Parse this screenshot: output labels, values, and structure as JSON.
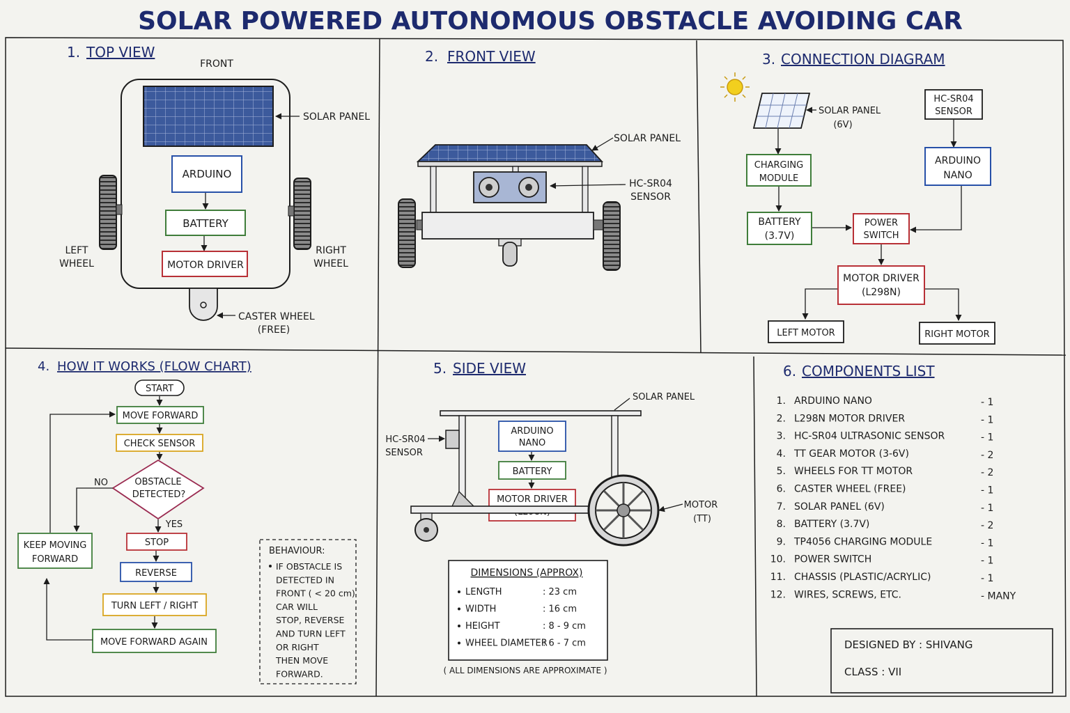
{
  "title": "SOLAR POWERED AUTONOMOUS OBSTACLE AVOIDING CAR",
  "colors": {
    "ink": "#1c1c1c",
    "navy": "#1d2a6e",
    "blue": "#2750a8",
    "green": "#3f7d3a",
    "red": "#b83036",
    "yellow": "#d9a520",
    "maroon": "#9a2a50",
    "panel": "#3c5a9c",
    "paper": "#f3f3ef"
  },
  "top_view": {
    "num": "1.",
    "title": "TOP VIEW",
    "front": "FRONT",
    "solar_panel": "SOLAR PANEL",
    "arduino": "ARDUINO",
    "battery": "BATTERY",
    "motor_driver": "MOTOR DRIVER",
    "left_wheel": [
      "LEFT",
      "WHEEL"
    ],
    "right_wheel": [
      "RIGHT",
      "WHEEL"
    ],
    "caster": [
      "CASTER WHEEL",
      "(FREE)"
    ]
  },
  "front_view": {
    "num": "2.",
    "title": "FRONT VIEW",
    "solar_panel": "SOLAR PANEL",
    "sensor": [
      "HC-SR04",
      "SENSOR"
    ]
  },
  "connection": {
    "num": "3.",
    "title": "CONNECTION DIAGRAM",
    "solar_panel": [
      "SOLAR PANEL",
      "(6V)"
    ],
    "hc_sensor": [
      "HC-SR04",
      "SENSOR"
    ],
    "charging": [
      "CHARGING",
      "MODULE"
    ],
    "arduino": [
      "ARDUINO",
      "NANO"
    ],
    "battery": [
      "BATTERY",
      "(3.7V)"
    ],
    "power_switch": [
      "POWER",
      "SWITCH"
    ],
    "motor_driver": [
      "MOTOR DRIVER",
      "(L298N)"
    ],
    "left_motor": "LEFT MOTOR",
    "right_motor": "RIGHT MOTOR"
  },
  "flow": {
    "num": "4.",
    "title": "HOW IT WORKS (FLOW CHART)",
    "start": "START",
    "move_forward": "MOVE FORWARD",
    "check_sensor": "CHECK SENSOR",
    "decision": [
      "OBSTACLE",
      "DETECTED?"
    ],
    "no": "NO",
    "yes": "YES",
    "keep_moving": [
      "KEEP MOVING",
      "FORWARD"
    ],
    "stop": "STOP",
    "reverse": "REVERSE",
    "turn": "TURN LEFT / RIGHT",
    "move_again": "MOVE FORWARD AGAIN",
    "behaviour_title": "BEHAVIOUR:",
    "behaviour_lines": [
      "IF OBSTACLE IS",
      "DETECTED IN",
      "FRONT ( < 20 cm)",
      "CAR WILL",
      "STOP, REVERSE",
      "AND TURN LEFT",
      "OR RIGHT",
      "THEN MOVE",
      "FORWARD."
    ]
  },
  "side_view": {
    "num": "5.",
    "title": "SIDE VIEW",
    "solar_panel": "SOLAR PANEL",
    "sensor": [
      "HC-SR04",
      "SENSOR"
    ],
    "arduino": [
      "ARDUINO",
      "NANO"
    ],
    "battery": "BATTERY",
    "motor_driver": [
      "MOTOR DRIVER",
      "(L298N)"
    ],
    "motor": [
      "MOTOR",
      "(TT)"
    ],
    "dimensions_title": "DIMENSIONS (APPROX)",
    "dimensions": [
      {
        "label": "LENGTH",
        "value": ": 23 cm"
      },
      {
        "label": "WIDTH",
        "value": ": 16 cm"
      },
      {
        "label": "HEIGHT",
        "value": ": 8 - 9 cm"
      },
      {
        "label": "WHEEL DIAMETER",
        "value": ": 6 - 7 cm"
      }
    ],
    "note": "( ALL DIMENSIONS ARE APPROXIMATE )"
  },
  "components": {
    "num": "6.",
    "title": "COMPONENTS LIST",
    "items": [
      {
        "n": "1.",
        "name": "ARDUINO NANO",
        "qty": "- 1"
      },
      {
        "n": "2.",
        "name": "L298N MOTOR DRIVER",
        "qty": "- 1"
      },
      {
        "n": "3.",
        "name": "HC-SR04 ULTRASONIC SENSOR",
        "qty": "- 1"
      },
      {
        "n": "4.",
        "name": "TT GEAR MOTOR (3-6V)",
        "qty": "- 2"
      },
      {
        "n": "5.",
        "name": "WHEELS FOR TT MOTOR",
        "qty": "- 2"
      },
      {
        "n": "6.",
        "name": "CASTER WHEEL (FREE)",
        "qty": "- 1"
      },
      {
        "n": "7.",
        "name": "SOLAR PANEL (6V)",
        "qty": "- 1"
      },
      {
        "n": "8.",
        "name": "BATTERY (3.7V)",
        "qty": "- 2"
      },
      {
        "n": "9.",
        "name": "TP4056 CHARGING MODULE",
        "qty": "- 1"
      },
      {
        "n": "10.",
        "name": "POWER SWITCH",
        "qty": "- 1"
      },
      {
        "n": "11.",
        "name": "CHASSIS (PLASTIC/ACRYLIC)",
        "qty": "- 1"
      },
      {
        "n": "12.",
        "name": "WIRES, SCREWS, ETC.",
        "qty": "- MANY"
      }
    ],
    "designed_by": "DESIGNED BY : SHIVANG",
    "class": "CLASS : VII"
  }
}
